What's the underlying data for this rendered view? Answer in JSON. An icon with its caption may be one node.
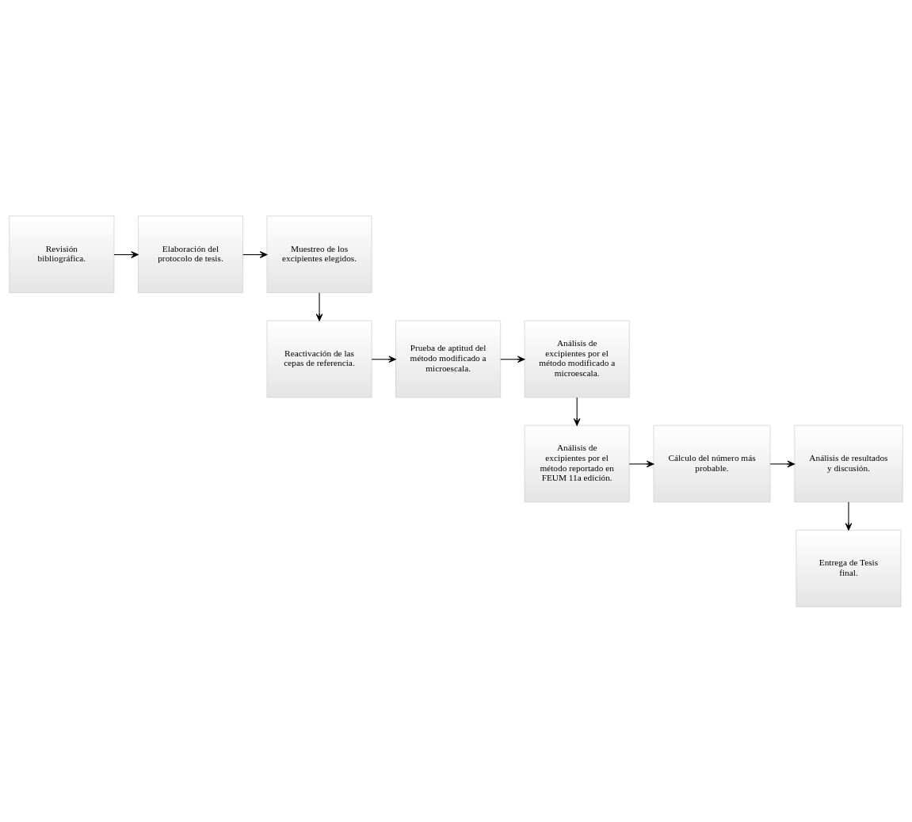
{
  "diagram": {
    "nodes": [
      {
        "text": [
          "Revisión bibliográfica."
        ]
      },
      {
        "text": [
          "Elaboración del protocolo de tesis."
        ]
      },
      {
        "text": [
          "Muestreo de los excipientes elegidos."
        ]
      },
      {
        "text": [
          "Reactivación de las cepas de referencia."
        ]
      },
      {
        "text": [
          "Prueba de aptitud del método modificado a microescala."
        ]
      },
      {
        "text": [
          "Análisis de excipientes por el método modificado a microescala."
        ]
      },
      {
        "text": [
          "Análisis de excipientes por el método reportado en FEUM 11a edición."
        ]
      },
      {
        "text": [
          "Cálculo del número más probable."
        ]
      },
      {
        "text": [
          "Análisis de resultados y discusión."
        ]
      },
      {
        "text": [
          "Entrega de Tesis final."
        ]
      }
    ],
    "edges": [
      {
        "from": 0,
        "to": 1,
        "arrow": "to"
      },
      {
        "from": 1,
        "to": 2,
        "arrow": "to"
      },
      {
        "from": 2,
        "to": 3,
        "arrow": "to"
      },
      {
        "from": 3,
        "to": 4,
        "arrow": "to"
      },
      {
        "from": 4,
        "to": 5,
        "arrow": "to"
      },
      {
        "from": 5,
        "to": 6,
        "arrow": "to"
      },
      {
        "from": 6,
        "to": 7,
        "arrow": "to"
      },
      {
        "from": 7,
        "to": 8,
        "arrow": "to"
      },
      {
        "from": 8,
        "to": 9,
        "arrow": "to"
      }
    ]
  }
}
